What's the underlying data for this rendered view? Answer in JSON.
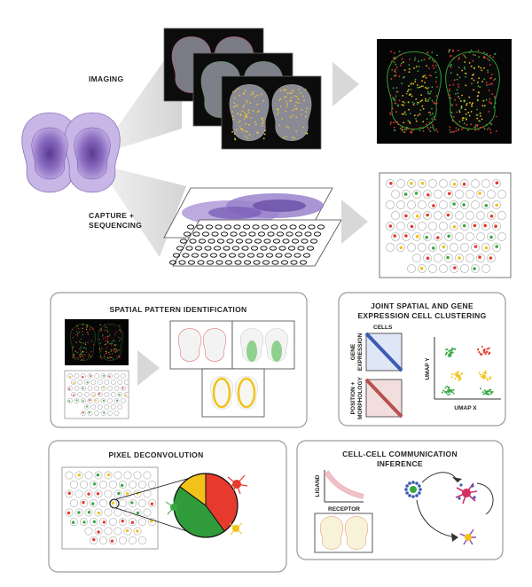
{
  "labels": {
    "imaging": "IMAGING",
    "capture_line1": "CAPTURE +",
    "capture_line2": "SEQUENCING",
    "spatial_pattern": "SPATIAL PATTERN IDENTIFICATION",
    "joint_line1": "JOINT SPATIAL AND GENE",
    "joint_line2": "EXPRESSION CELL CLUSTERING",
    "cells": "CELLS",
    "gene_line1": "GENE",
    "gene_line2": "EXPRESSION",
    "position_line1": "POSITION +",
    "position_line2": "MORPHOLOGY",
    "umap_y": "UMAP Y",
    "umap_x": "UMAP X",
    "pixel_deconv": "PIXEL DECONVOLUTION",
    "ccc_line1": "CELL-CELL COMMUNICATION",
    "ccc_line2": "INFERENCE",
    "ligand": "LIGAND",
    "receptor": "RECEPTOR"
  },
  "colors": {
    "tissue_purple": "#a78bd0",
    "red": "#e63a2e",
    "green": "#3aa845",
    "yellow": "#f2c21a",
    "blue": "#3a5bb5",
    "panel_border": "#9a9a9a",
    "arrow_gray": "#d8d8d8"
  },
  "pie": {
    "slices": [
      {
        "label": "red",
        "fraction": 0.4,
        "color": "#e63a2e"
      },
      {
        "label": "green",
        "fraction": 0.45,
        "color": "#2f9b3a"
      },
      {
        "label": "yellow",
        "fraction": 0.15,
        "color": "#f2c21a"
      }
    ]
  }
}
